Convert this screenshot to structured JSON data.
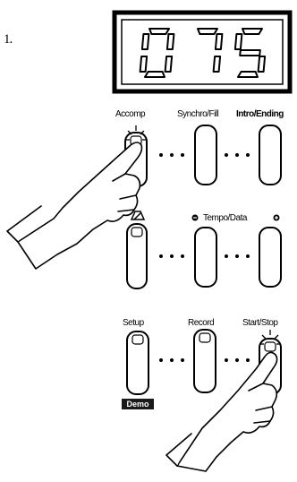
{
  "step_marker": "1.",
  "display": {
    "digits": "075"
  },
  "row1": {
    "accomp": "Accomp",
    "synchro": "Synchro/Fill",
    "intro": "Intro/Ending"
  },
  "row2": {
    "tempo_data": "Tempo/Data"
  },
  "row3": {
    "setup": "Setup",
    "record": "Record",
    "start_stop": "Start/Stop",
    "demo": "Demo"
  },
  "icons": {
    "metronome": "metronome-icon",
    "minus": "minus-icon",
    "plus": "plus-icon",
    "lit": "lit-led-icon",
    "hand": "pointing-hand-icon"
  }
}
